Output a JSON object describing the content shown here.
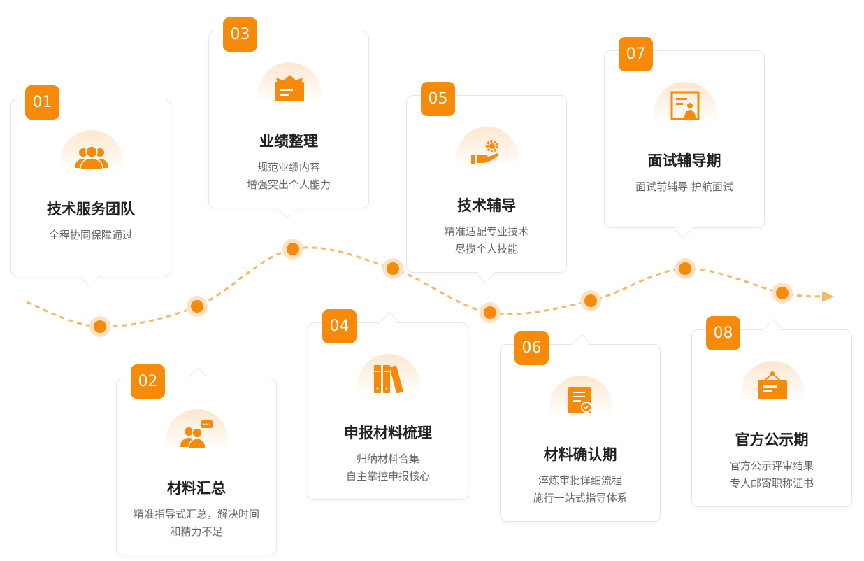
{
  "accent": "#f78a08",
  "steps": [
    {
      "num": "01",
      "title": "技术服务团队",
      "desc": "全程协同保障通过",
      "icon": "team-icon"
    },
    {
      "num": "02",
      "title": "材料汇总",
      "desc": "精准指导式汇总，解决时间和精力不足",
      "icon": "chat-users-icon"
    },
    {
      "num": "03",
      "title": "业绩整理",
      "desc": "规范业绩内容\n增强突出个人能力",
      "icon": "folder-icon"
    },
    {
      "num": "04",
      "title": "申报材料梳理",
      "desc": "归纳材料合集\n自主掌控申报核心",
      "icon": "books-icon"
    },
    {
      "num": "05",
      "title": "技术辅导",
      "desc": "精准适配专业技术\n尽揽个人技能",
      "icon": "hand-gear-icon"
    },
    {
      "num": "06",
      "title": "材料确认期",
      "desc": "淬炼审批详细流程\n施行一站式指导体系",
      "icon": "checklist-icon"
    },
    {
      "num": "07",
      "title": "面试辅导期",
      "desc": "面试前辅导 护航面试",
      "icon": "certificate-icon"
    },
    {
      "num": "08",
      "title": "官方公示期",
      "desc": "官方公示评审结果\n专人邮寄职称证书",
      "icon": "notice-board-icon"
    }
  ]
}
